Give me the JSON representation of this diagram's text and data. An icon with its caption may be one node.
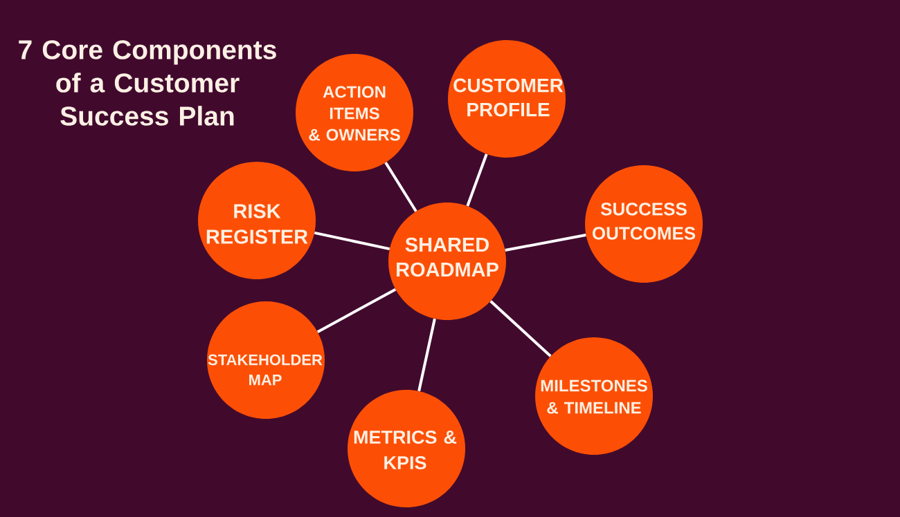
{
  "diagram": {
    "title": "7 Core Components of a Customer Success Plan",
    "nodes": [
      {
        "text": [
          "SHARED ROADMAP"
        ]
      },
      {
        "text": [
          "ACTION ITEMS & OWNERS"
        ]
      },
      {
        "text": [
          "CUSTOMER PROFILE"
        ]
      },
      {
        "text": [
          "SUCCESS OUTCOMES"
        ]
      },
      {
        "text": [
          "MILESTONES & TIMELINE"
        ]
      },
      {
        "text": [
          "METRICS & KPIS"
        ]
      },
      {
        "text": [
          "STAKEHOLDER MAP"
        ]
      },
      {
        "text": [
          "RISK REGISTER"
        ]
      }
    ],
    "edges": [
      {
        "from": 0,
        "to": 1,
        "arrow": "none"
      },
      {
        "from": 0,
        "to": 2,
        "arrow": "none"
      },
      {
        "from": 0,
        "to": 3,
        "arrow": "none"
      },
      {
        "from": 0,
        "to": 4,
        "arrow": "none"
      },
      {
        "from": 0,
        "to": 5,
        "arrow": "none"
      },
      {
        "from": 0,
        "to": 6,
        "arrow": "none"
      },
      {
        "from": 0,
        "to": 7,
        "arrow": "none"
      }
    ]
  }
}
